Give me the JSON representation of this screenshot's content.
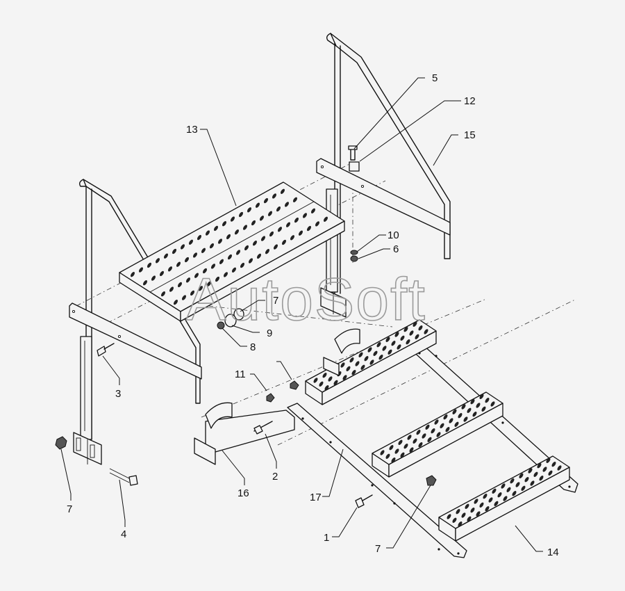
{
  "watermark": "AutoSoft",
  "callouts": [
    {
      "id": "c13",
      "label": "13"
    },
    {
      "id": "c5",
      "label": "5"
    },
    {
      "id": "c12",
      "label": "12"
    },
    {
      "id": "c15",
      "label": "15"
    },
    {
      "id": "c10",
      "label": "10"
    },
    {
      "id": "c6",
      "label": "6"
    },
    {
      "id": "c7a",
      "label": "7"
    },
    {
      "id": "c9",
      "label": "9"
    },
    {
      "id": "c8",
      "label": "8"
    },
    {
      "id": "c3",
      "label": "3"
    },
    {
      "id": "c11",
      "label": "11"
    },
    {
      "id": "c2",
      "label": "2"
    },
    {
      "id": "c16",
      "label": "16"
    },
    {
      "id": "c17",
      "label": "17"
    },
    {
      "id": "c7b",
      "label": "7"
    },
    {
      "id": "c4",
      "label": "4"
    },
    {
      "id": "c1",
      "label": "1"
    },
    {
      "id": "c7c",
      "label": "7"
    },
    {
      "id": "c14",
      "label": "14"
    }
  ]
}
